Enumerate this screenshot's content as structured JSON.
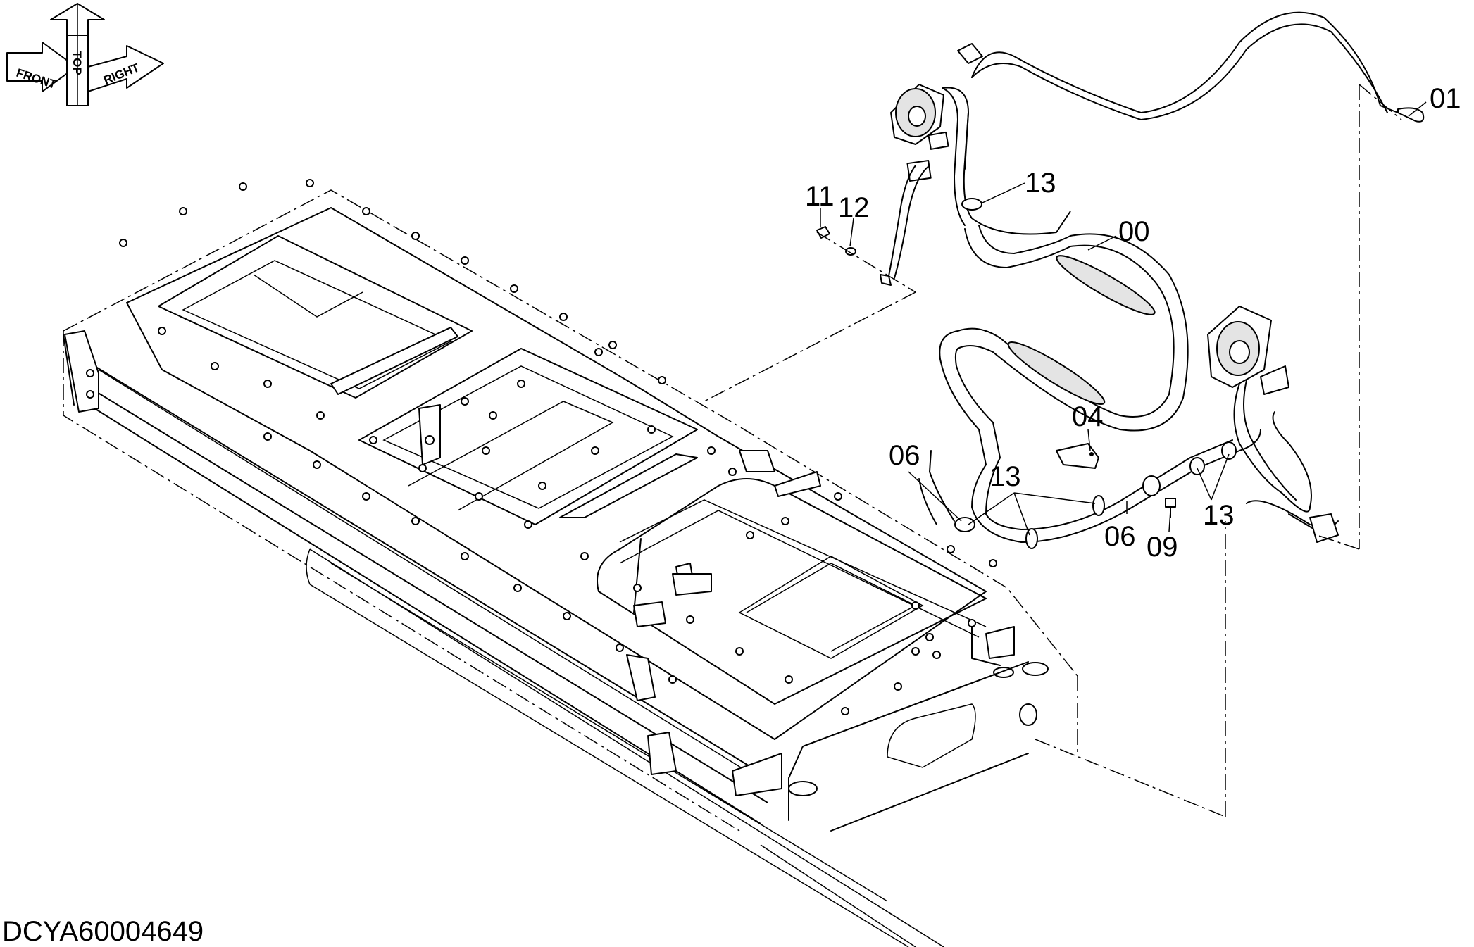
{
  "drawing_number": "DCYA60004649",
  "orientation_labels": {
    "top": "TOP",
    "front": "FRONT",
    "right": "RIGHT"
  },
  "part_callouts": [
    {
      "id": "00",
      "label": "00"
    },
    {
      "id": "01",
      "label": "01"
    },
    {
      "id": "04",
      "label": "04"
    },
    {
      "id": "06a",
      "label": "06"
    },
    {
      "id": "06b",
      "label": "06"
    },
    {
      "id": "09",
      "label": "09"
    },
    {
      "id": "11",
      "label": "11"
    },
    {
      "id": "12",
      "label": "12"
    },
    {
      "id": "13a",
      "label": "13"
    },
    {
      "id": "13b",
      "label": "13"
    },
    {
      "id": "13c",
      "label": "13"
    }
  ]
}
